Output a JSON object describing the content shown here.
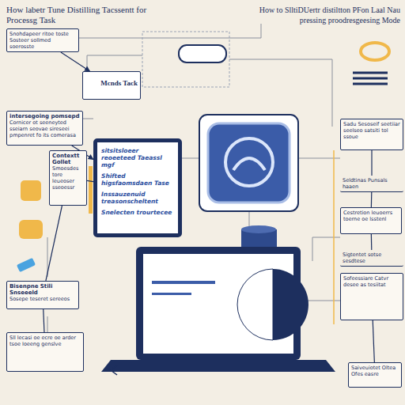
{
  "diagram": {
    "title": "How labetr Tune Distilling Tacssentt for Processg Task",
    "nodes": [
      {
        "text": [
          "Snohdapeer ritoe toste Sosteer sollmed soerosste"
        ]
      },
      {
        "text": [
          "Mcnds Tack"
        ]
      },
      {
        "text": [
          "intersegoing pomsepd",
          "Cornicer ot seeneyted sseiarn seovae sireseei pmpenret fo its comerasa"
        ]
      },
      {
        "text": [
          "Contextt Gollet",
          "Smoesdes tore leueoser sseoessr"
        ]
      },
      {
        "text": [
          "sitsitsloeer reoeeteed Taeassl mgf",
          "Shifted higsfaomsdaen Tase",
          "Inssauzenuid treasonscheltent",
          "Snelecten trourtecee"
        ]
      },
      {
        "text": [
          "Bisenpne Stili Snseeeld",
          "Sosepe teseret sereeos"
        ]
      },
      {
        "text": [
          "Sll lecasi oe ecre oe arder tsoe Ioeeng genslve"
        ]
      },
      {
        "text": [
          "Sadu Sesoseif seetiiar seelseo satsiti tol ssoue"
        ]
      },
      {
        "text": [
          "Seldtinas Punsals haaen"
        ]
      },
      {
        "text": [
          "Cestretion leuoerrs toerne oe lsstenl"
        ]
      },
      {
        "text": [
          "Sigtentet sotse sesdtese"
        ]
      },
      {
        "text": [
          "Sofeessiare Catvr desee as tesiitat"
        ]
      },
      {
        "text": [
          "Saiveuiotet Oltea Ofes easre"
        ]
      }
    ],
    "edges": [
      {
        "from": 0,
        "to": 1,
        "arrow": "to"
      },
      {
        "from": 2,
        "to": 4,
        "arrow": "to"
      },
      {
        "from": 3,
        "to": 4,
        "arrow": "none"
      },
      {
        "from": 3,
        "to": 5,
        "arrow": "none"
      },
      {
        "from": 5,
        "to": 6,
        "arrow": "none"
      },
      {
        "from": 7,
        "to": 8,
        "arrow": "none"
      },
      {
        "from": 8,
        "to": 9,
        "arrow": "none"
      },
      {
        "from": 9,
        "to": 10,
        "arrow": "none"
      },
      {
        "from": 11,
        "to": 12,
        "arrow": "none"
      }
    ],
    "labels": [
      "How to SlltiDUertr distiltton PFon Laal Nau pressing proodresgeesing Mode"
    ]
  }
}
